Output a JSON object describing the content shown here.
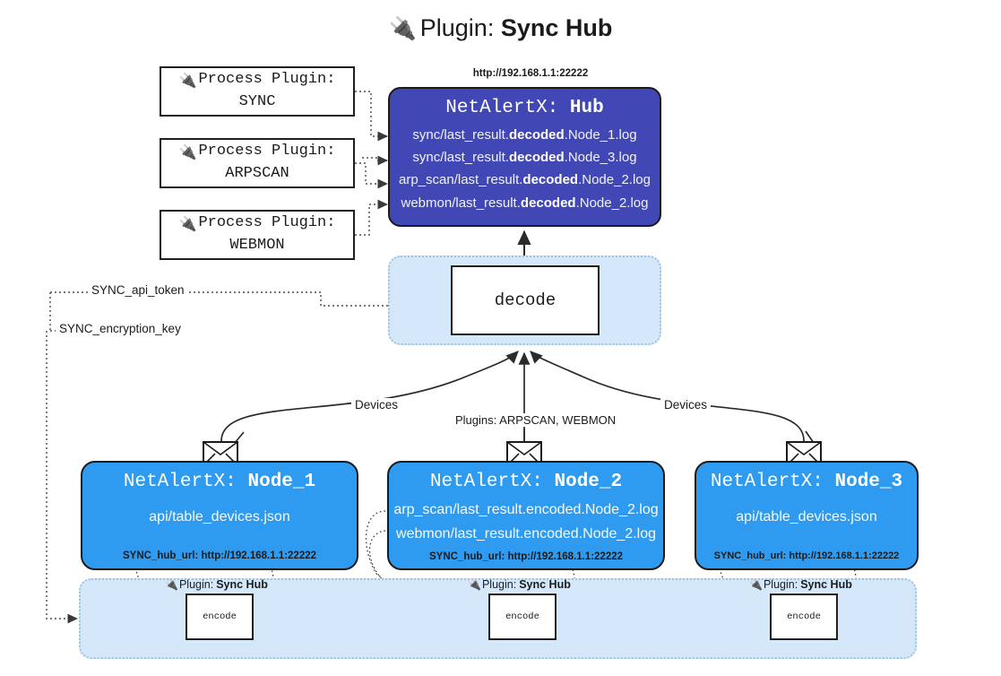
{
  "title": {
    "icon": "plug-icon",
    "prefix": "Plugin:",
    "name": "Sync Hub"
  },
  "colors": {
    "hub_fill": "#4148b5",
    "node_fill": "#2f9bf0",
    "container_fill": "#d4e8fa",
    "container_border": "#9ec3e0",
    "stroke": "#1b1b1b",
    "page_bg": "#ffffff"
  },
  "process_plugins": [
    {
      "icon": "plug-icon",
      "line1": "Process Plugin:",
      "line2": "SYNC"
    },
    {
      "icon": "plug-icon",
      "line1": "Process Plugin:",
      "line2": "ARPSCAN"
    },
    {
      "icon": "plug-icon",
      "line1": "Process Plugin:",
      "line2": "WEBMON"
    }
  ],
  "hub": {
    "url": "http://192.168.1.1:22222",
    "title_prefix": "NetAlertX:",
    "title_name": "Hub",
    "lines": [
      {
        "pre": "sync/last_result.",
        "em": "decoded",
        "post": ".Node_1.log"
      },
      {
        "pre": "sync/last_result.",
        "em": "decoded",
        "post": ".Node_3.log"
      },
      {
        "pre": "arp_scan/last_result.",
        "em": "decoded",
        "post": ".Node_2.log"
      },
      {
        "pre": "webmon/last_result.",
        "em": "decoded",
        "post": ".Node_2.log"
      }
    ]
  },
  "decode": {
    "label": "decode"
  },
  "secrets": [
    {
      "label": "SYNC_api_token"
    },
    {
      "label": "SYNC_encryption_key"
    }
  ],
  "edge_labels": {
    "devices_left": "Devices",
    "devices_right": "Devices",
    "plugins_center": "Plugins: ARPSCAN, WEBMON"
  },
  "nodes": [
    {
      "title_prefix": "NetAlertX:",
      "title_name": "Node_1",
      "lines": [
        "api/table_devices.json"
      ],
      "footer": "SYNC_hub_url: http://192.168.1.1:22222",
      "envelope_icon": "envelope-icon"
    },
    {
      "title_prefix": "NetAlertX:",
      "title_name": "Node_2",
      "lines": [
        "arp_scan/last_result.encoded.Node_2.log",
        "webmon/last_result.encoded.Node_2.log"
      ],
      "footer": "SYNC_hub_url: http://192.168.1.1:22222",
      "envelope_icon": "envelope-icon"
    },
    {
      "title_prefix": "NetAlertX:",
      "title_name": "Node_3",
      "lines": [
        "api/table_devices.json"
      ],
      "footer": "SYNC_hub_url: http://192.168.1.1:22222",
      "envelope_icon": "envelope-icon"
    }
  ],
  "encoders": [
    {
      "plugin_icon": "plug-icon",
      "plugin_prefix": "Plugin:",
      "plugin_name": "Sync Hub",
      "box_label": "encode"
    },
    {
      "plugin_icon": "plug-icon",
      "plugin_prefix": "Plugin:",
      "plugin_name": "Sync Hub",
      "box_label": "encode"
    },
    {
      "plugin_icon": "plug-icon",
      "plugin_prefix": "Plugin:",
      "plugin_name": "Sync Hub",
      "box_label": "encode"
    }
  ]
}
